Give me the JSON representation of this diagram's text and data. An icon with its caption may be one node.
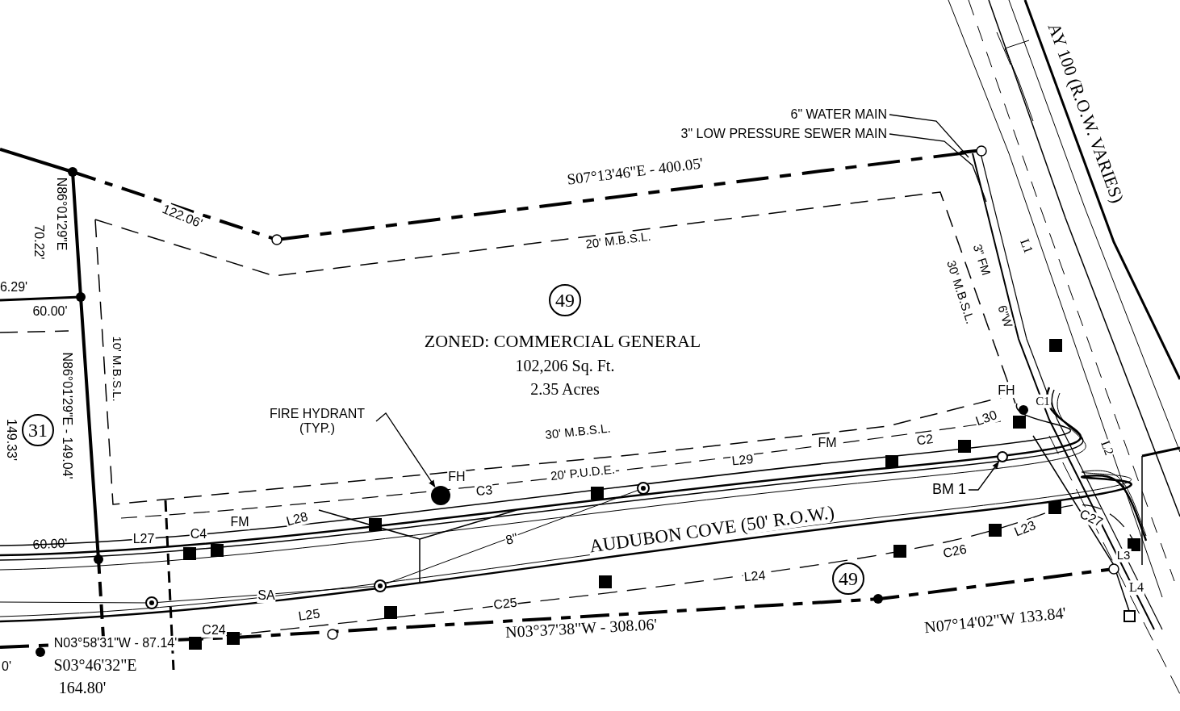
{
  "diagram": {
    "nodes": [
      {
        "text": [
          "6\" WATER MAIN"
        ]
      },
      {
        "text": [
          "3\" LOW PRESSURE SEWER MAIN"
        ]
      },
      {
        "text": [
          "49"
        ]
      },
      {
        "text": [
          "FIRE HYDRANT (TYP.)"
        ]
      },
      {
        "text": [
          "31"
        ]
      },
      {
        "text": [],
        "shape": "circle"
      },
      {
        "text": [
          "BM 1"
        ]
      },
      {
        "text": [],
        "shape": "circle"
      },
      {
        "text": [
          "49"
        ]
      }
    ],
    "edges": [
      {
        "from": 0,
        "to": null,
        "arrow": "none"
      },
      {
        "from": 1,
        "to": null,
        "arrow": "none"
      },
      {
        "from": 3,
        "to": 5,
        "arrow": "to"
      },
      {
        "from": 6,
        "to": 7,
        "arrow": "to"
      }
    ],
    "labels": [
      "AY 100 (R.O.W. VARIES)",
      "S07°13'46\"E - 400.05'",
      "N86°01'29\"E",
      "70.22'",
      "122.06'",
      "20' M.B.S.L.",
      "L1",
      "3\" FM",
      "6.29'",
      "60.00'",
      "30' M.B.S.L.",
      "6\"W",
      "ZONED: COMMERCIAL GENERAL",
      "102,206 Sq. Ft.",
      "2.35 Acres",
      "10' M.B.S.L.",
      "FH",
      "C1",
      "N86°01'29\"E - 149.04'",
      "149.33'",
      "L30",
      "30' M.B.S.L.",
      "C2",
      "FM",
      "L2",
      "L29",
      "20' P.U.D.E.",
      "FH",
      "C3",
      "C27",
      "L28",
      "FM",
      "AUDUBON COVE (50' R.O.W.)",
      "L23",
      "8\"",
      "C4",
      "L27",
      "60.00'",
      "L3",
      "C26",
      "L24",
      "L4",
      "SA",
      "L25",
      "C25",
      "N07°14'02\"W 133.84'",
      "N03°37'38\"W - 308.06'",
      "C24",
      "N03°58'31\"W - 87.14'",
      "0'",
      "S03°46'32\"E",
      "164.80'"
    ]
  }
}
